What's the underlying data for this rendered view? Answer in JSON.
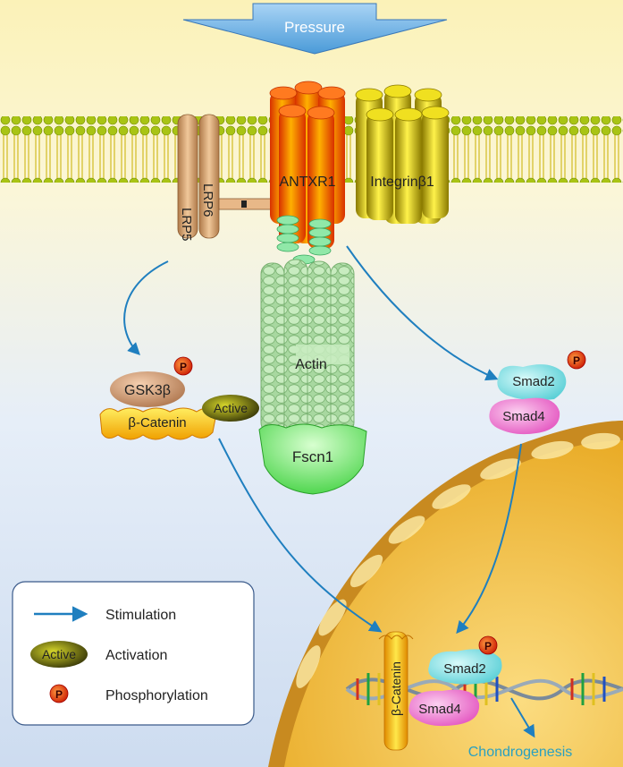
{
  "top_arrow": {
    "label": "Pressure"
  },
  "receptors": {
    "lrp5": "LRP5",
    "lrp6": "LRP6",
    "antxr1": "ANTXR1",
    "integrin": "Integrinβ1"
  },
  "cytoskeleton": {
    "actin": "Actin",
    "fscn1": "Fscn1"
  },
  "complex_left": {
    "gsk": "GSK3β",
    "active": "Active",
    "catenin": "β-Catenin",
    "phospho": "P"
  },
  "complex_right": {
    "smad2": "Smad2",
    "smad4": "Smad4",
    "phospho": "P"
  },
  "nucleus": {
    "catenin": "β-Catenin",
    "smad2": "Smad2",
    "smad4": "Smad4",
    "phospho": "P",
    "outcome": "Chondrogenesis"
  },
  "legend": {
    "items": [
      {
        "symbol": "arrow",
        "label": "Stimulation"
      },
      {
        "symbol": "Active",
        "label": "Activation"
      },
      {
        "symbol": "P",
        "label": "Phosphorylation"
      }
    ]
  },
  "colors": {
    "arrow": "#1f7fbf",
    "membrane_head": "#a9c414",
    "orange": "#ff6a00",
    "yellow": "#e8d400",
    "green": "#7fe07f",
    "nucleus": "#f7c24a",
    "smad2": "#7fe0e0",
    "smad4": "#f07ad0"
  }
}
